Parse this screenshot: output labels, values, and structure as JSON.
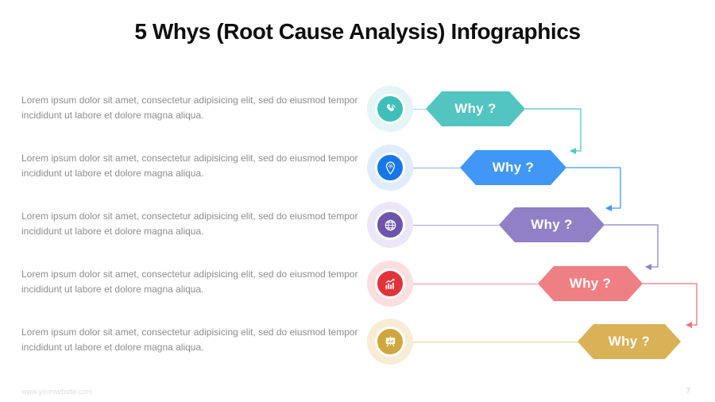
{
  "title": "5 Whys (Root Cause Analysis) Infographics",
  "rows": [
    {
      "label": "Why ?",
      "icon": "phone-call-icon",
      "description": "Lorem ipsum dolor sit amet, consectetur adipisicing elit, sed do eiusmod tempor incididunt ut labore et dolore magna aliqua.",
      "colors": {
        "accent": "#52C5C0",
        "circle": "#3FBFB9",
        "glow": "#E3F5F4"
      }
    },
    {
      "label": "Why ?",
      "icon": "location-settings-icon",
      "description": "Lorem ipsum dolor sit amet, consectetur adipisicing elit, sed do eiusmod tempor incididunt ut labore et dolore magna aliqua.",
      "colors": {
        "accent": "#4097F5",
        "circle": "#1677E8",
        "glow": "#E0ECFB"
      }
    },
    {
      "label": "Why ?",
      "icon": "globe-icon",
      "description": "Lorem ipsum dolor sit amet, consectetur adipisicing elit, sed do eiusmod tempor incididunt ut labore et dolore magna aliqua.",
      "colors": {
        "accent": "#9080C5",
        "circle": "#6C55AB",
        "glow": "#EBE7F6"
      }
    },
    {
      "label": "Why ?",
      "icon": "growth-chart-icon",
      "description": "Lorem ipsum dolor sit amet, consectetur adipisicing elit, sed do eiusmod tempor incididunt ut labore et dolore magna aliqua.",
      "colors": {
        "accent": "#EE7F83",
        "circle": "#E2333A",
        "glow": "#FBDFDF"
      }
    },
    {
      "label": "Why ?",
      "icon": "presentation-board-icon",
      "description": "Lorem ipsum dolor sit amet, consectetur adipisicing elit, sed do eiusmod tempor incididunt ut labore et dolore magna aliqua.",
      "colors": {
        "accent": "#D9B156",
        "circle": "#D0A73E",
        "glow": "#F7EDD6"
      }
    }
  ],
  "footer": {
    "website": "www.yourwebsite.com",
    "page_number": "7"
  }
}
